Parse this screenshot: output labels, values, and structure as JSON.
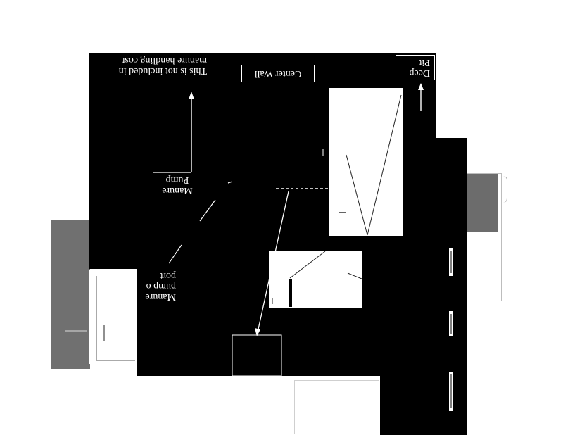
{
  "labels": {
    "deep_pit_line1": "Deep",
    "deep_pit_line2": "Pit",
    "center_wall": "Center Wall",
    "note_line1": "This is not included in",
    "note_line2": "manure handling cost",
    "manure_pump_line1": "Manure",
    "manure_pump_line2": "Pump",
    "manure_pump_port_line1": "Manure",
    "manure_pump_port_line2": "pump o",
    "manure_pump_port_line3": "port"
  },
  "colors": {
    "background": "#ffffff",
    "fill": "#000000",
    "stroke": "#ffffff",
    "texture_gray": "#6a6a6a"
  },
  "orientation": "rotated 180 degrees"
}
